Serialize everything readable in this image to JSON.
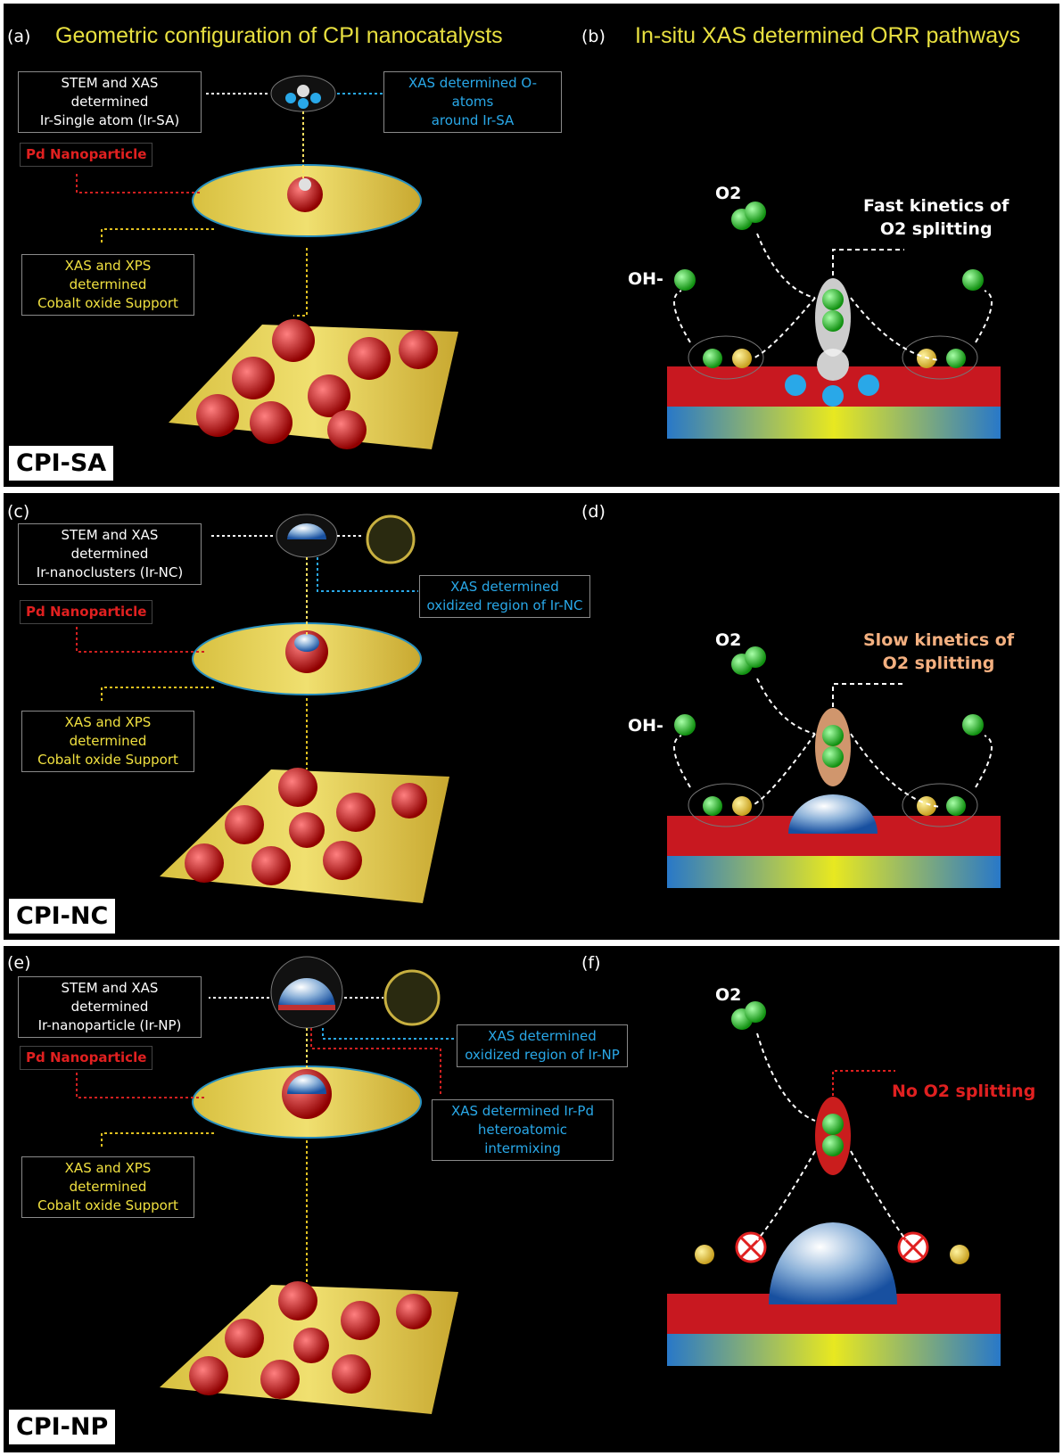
{
  "titles": {
    "left": "Geometric configuration of CPI nanocatalysts",
    "right": "In-situ XAS determined ORR pathways"
  },
  "panels": [
    {
      "left_label": "(a)",
      "right_label": "(b)",
      "sample": "CPI-SA",
      "stem_box": [
        "STEM and XAS determined",
        "Ir-Single atom (Ir-SA)"
      ],
      "blue_box": [
        "XAS determined O-atoms",
        "around Ir-SA"
      ],
      "blue_box2": [],
      "pd_label": "Pd Nanoparticle",
      "support_box": [
        "XAS and XPS determined",
        "Cobalt oxide Support"
      ],
      "o2": "O2",
      "oh": "OH-",
      "kinetics": [
        "Fast kinetics of",
        "O2 splitting"
      ]
    },
    {
      "left_label": "(c)",
      "right_label": "(d)",
      "sample": "CPI-NC",
      "stem_box": [
        "STEM and XAS determined",
        "Ir-nanoclusters (Ir-NC)"
      ],
      "blue_box": [
        "XAS determined",
        "oxidized region of Ir-NC"
      ],
      "blue_box2": [],
      "pd_label": "Pd Nanoparticle",
      "support_box": [
        "XAS and XPS determined",
        "Cobalt oxide Support"
      ],
      "o2": "O2",
      "oh": "OH-",
      "kinetics": [
        "Slow kinetics of",
        "O2 splitting"
      ]
    },
    {
      "left_label": "(e)",
      "right_label": "(f)",
      "sample": "CPI-NP",
      "stem_box": [
        "STEM and XAS determined",
        "Ir-nanoparticle (Ir-NP)"
      ],
      "blue_box": [
        "XAS determined",
        "oxidized region of Ir-NP"
      ],
      "blue_box2": [
        "XAS determined Ir-Pd",
        "heteroatomic intermixing"
      ],
      "pd_label": "Pd Nanoparticle",
      "support_box": [
        "XAS and XPS determined",
        "Cobalt oxide Support"
      ],
      "o2": "O2",
      "oh": "",
      "kinetics": [
        "No O2 splitting"
      ]
    }
  ],
  "colors": {
    "background": "#000000",
    "title": "#e8e040",
    "pd": "#d01818",
    "ir_blue": "#29a8e8",
    "support_yellow": "#e8d040",
    "o2_green": "#2ecc2e",
    "fast_text": "#ffffff",
    "slow_text": "#f4b080",
    "none_text": "#e02020"
  }
}
